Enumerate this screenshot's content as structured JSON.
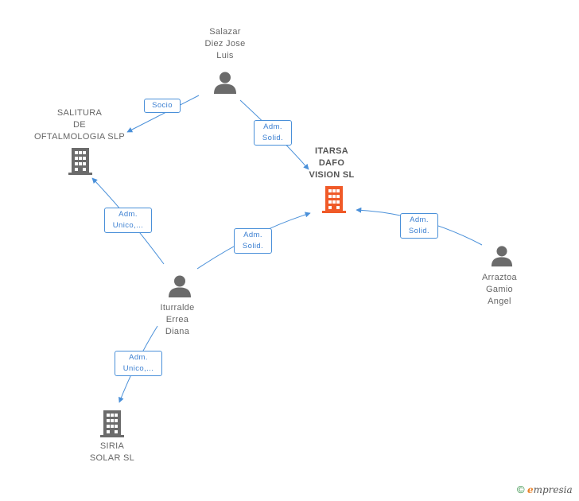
{
  "colors": {
    "edge": "#4a90d9",
    "person": "#6b6b6b",
    "company": "#6b6b6b",
    "focus_company": "#f05a28",
    "label_text": "#666666"
  },
  "nodes": {
    "salazar": {
      "type": "person",
      "icon": "person-icon",
      "lines": [
        "Salazar",
        "Diez Jose",
        "Luis"
      ]
    },
    "salitura": {
      "type": "company",
      "icon": "building-icon",
      "lines": [
        "SALITURA",
        "DE",
        "OFTALMOLOGIA SLP"
      ]
    },
    "itarsa": {
      "type": "company",
      "focus": true,
      "icon": "building-icon",
      "lines": [
        "ITARSA",
        "DAFO",
        "VISION SL"
      ]
    },
    "arraztoa": {
      "type": "person",
      "icon": "person-icon",
      "lines": [
        "Arraztoa",
        "Gamio",
        "Angel"
      ]
    },
    "iturralde": {
      "type": "person",
      "icon": "person-icon",
      "lines": [
        "Iturralde",
        "Errea",
        "Diana"
      ]
    },
    "siria": {
      "type": "company",
      "icon": "building-icon",
      "lines": [
        "SIRIA",
        "SOLAR SL"
      ]
    }
  },
  "edges": [
    {
      "from": "salazar",
      "to": "salitura",
      "lines": [
        "Socio"
      ]
    },
    {
      "from": "salazar",
      "to": "itarsa",
      "lines": [
        "Adm.",
        "Solid."
      ]
    },
    {
      "from": "iturralde",
      "to": "salitura",
      "lines": [
        "Adm.",
        "Unico,..."
      ]
    },
    {
      "from": "iturralde",
      "to": "itarsa",
      "lines": [
        "Adm.",
        "Solid."
      ]
    },
    {
      "from": "arraztoa",
      "to": "itarsa",
      "lines": [
        "Adm.",
        "Solid."
      ]
    },
    {
      "from": "iturralde",
      "to": "siria",
      "lines": [
        "Adm.",
        "Unico,..."
      ]
    }
  ],
  "footer": {
    "copyright": "©",
    "brand_initial": "e",
    "brand_rest": "mpresia"
  }
}
